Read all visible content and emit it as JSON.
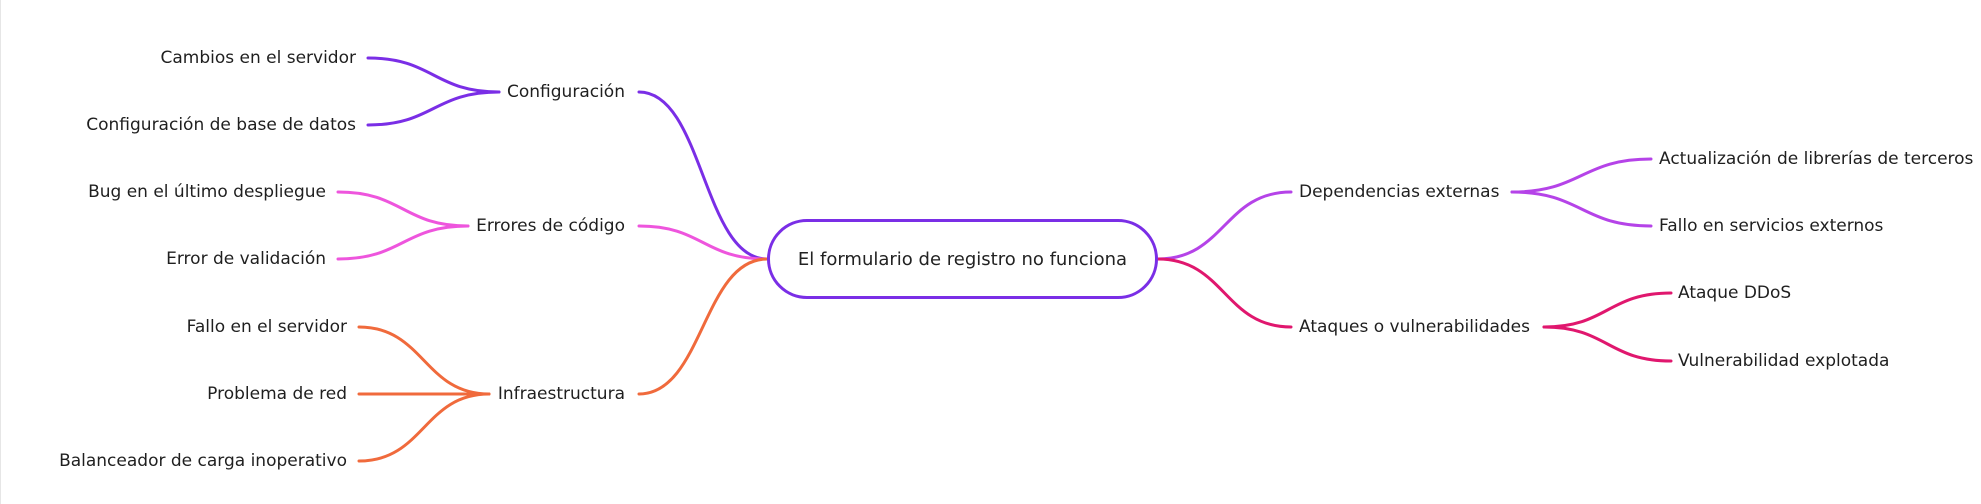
{
  "root": {
    "label": "El formulario de registro no funciona",
    "color": "#7a2ee6"
  },
  "branches": [
    {
      "id": "config",
      "label": "Configuración",
      "color": "#7a2ee6",
      "children": [
        "Cambios en el servidor",
        "Configuración de base de datos"
      ]
    },
    {
      "id": "code",
      "label": "Errores de código",
      "color": "#ee55dd",
      "children": [
        "Bug en el último despliegue",
        "Error de validación"
      ]
    },
    {
      "id": "infra",
      "label": "Infraestructura",
      "color": "#f06a3c",
      "children": [
        "Fallo en el servidor",
        "Problema de red",
        "Balanceador de carga inoperativo"
      ]
    },
    {
      "id": "deps",
      "label": "Dependencias externas",
      "color": "#b543e8",
      "children": [
        "Actualización de librerías de terceros",
        "Fallo en servicios externos"
      ]
    },
    {
      "id": "attacks",
      "label": "Ataques o vulnerabilidades",
      "color": "#e0176e",
      "children": [
        "Ataque DDoS",
        "Vulnerabilidad explotada"
      ]
    }
  ]
}
